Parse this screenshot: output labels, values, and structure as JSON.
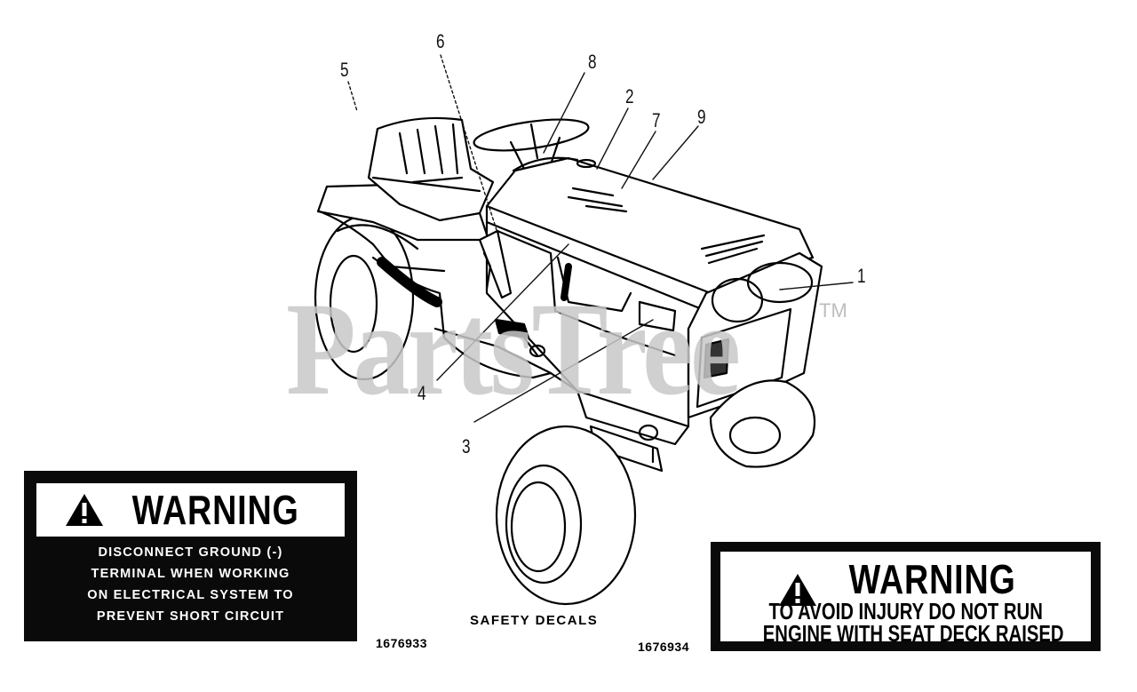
{
  "watermark": {
    "text": "PartsTree",
    "trademark": "TM"
  },
  "callouts": [
    "1",
    "2",
    "3",
    "4",
    "5",
    "6",
    "7",
    "8",
    "9"
  ],
  "caption": "SAFETY DECALS",
  "decal_1676933": {
    "part_number": "1676933",
    "heading": "WARNING",
    "lines": [
      "DISCONNECT GROUND (-)",
      "TERMINAL WHEN WORKING",
      "ON ELECTRICAL SYSTEM TO",
      "PREVENT SHORT CIRCUIT"
    ]
  },
  "decal_1676934": {
    "part_number": "1676934",
    "heading": "WARNING",
    "lines": [
      "TO AVOID INJURY DO NOT RUN",
      "ENGINE WITH SEAT DECK RAISED"
    ]
  },
  "colors": {
    "ink": "#000000",
    "watermark": "#c8c8c8",
    "paper": "#ffffff"
  }
}
